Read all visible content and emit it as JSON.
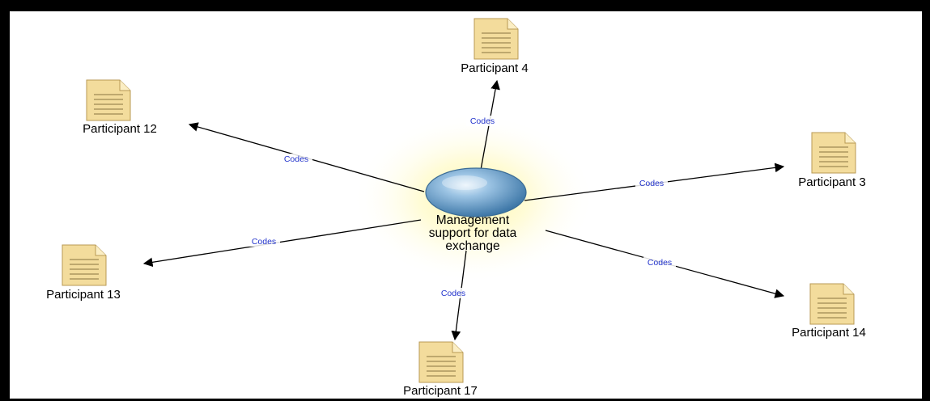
{
  "diagram": {
    "center": {
      "label_lines": [
        "Management",
        "support for data",
        "exchange"
      ]
    },
    "edge_label": "Codes",
    "participants": [
      {
        "id": "p4",
        "label": "Participant 4"
      },
      {
        "id": "p12",
        "label": "Participant 12"
      },
      {
        "id": "p3",
        "label": "Participant 3"
      },
      {
        "id": "p13",
        "label": "Participant 13"
      },
      {
        "id": "p14",
        "label": "Participant 14"
      },
      {
        "id": "p17",
        "label": "Participant 17"
      }
    ],
    "colors": {
      "document_fill": "#f3dc9c",
      "document_stroke": "#b89a55",
      "edge_label": "#2233cc",
      "node_sphere": "#6fa3cf",
      "glow": "#fff7a8"
    }
  }
}
